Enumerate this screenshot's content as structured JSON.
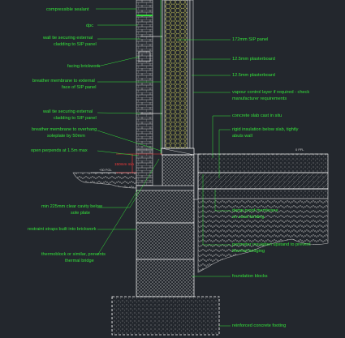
{
  "labels_left": [
    "compressible sealant",
    "dpc",
    "wall tie securing external cladding to SIP panel",
    "facing brickwork",
    "breather membrane to external face of SIP panel",
    "wall tie securing external cladding to SIP panel",
    "breather membrane to overhang soleplate by 50mm",
    "open perpends at 1.5m max",
    "min 225mm clear cavity below sole plate",
    "restraint straps built into brickwork",
    "thermoblock or similar, prevents thermal bridge"
  ],
  "labels_right": [
    "172mm SIP panel",
    "12.5mm plasterboard",
    "12.5mm plasterboard",
    "vapour control layer if required - check manufacturer requirements",
    "concrete slab cast in situ",
    "rigid insulation below slab, tightly abuts wall",
    "damp proof membrane on sand blinding",
    "perimeter insulation upstand to prevent thermal bridging",
    "foundation blocks",
    "reinforced concrete footing"
  ],
  "level_marks": {
    "ground_left": "+30 FGL",
    "floor_right": "0 FFL",
    "dim_red": "150mm min"
  },
  "colors": {
    "background": "#23272d",
    "leader": "#34e33b",
    "brick": "#e8e8e8",
    "insulation": "#cfcf55",
    "panel": "#ffffff",
    "dim": "#ff3b3b"
  }
}
